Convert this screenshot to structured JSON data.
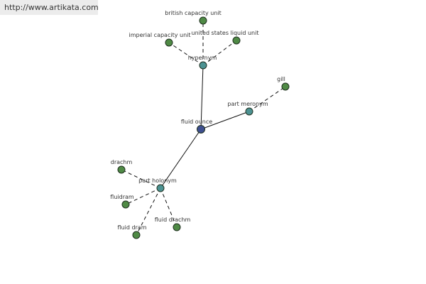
{
  "source_url": "http://www.artikata.com",
  "colors": {
    "center": "#3e4f8f",
    "relation": "#4c9292",
    "leaf": "#4f8a45",
    "node_stroke": "#1f2f1f",
    "edge": "#111111"
  },
  "nodes": {
    "center": "fluid ounce",
    "hypernym": "hypernym",
    "part_meronym": "part meronym",
    "part_holonym": "part holonym",
    "british_capacity_unit": "british capacity unit",
    "imperial_capacity_unit": "imperial capacity unit",
    "united_states_liquid_unit": "united states liquid unit",
    "gill": "gill",
    "drachm": "drachm",
    "fluidram": "fluidram",
    "fluid_dram": "fluid dram",
    "fluid_drachm": "fluid drachm"
  }
}
